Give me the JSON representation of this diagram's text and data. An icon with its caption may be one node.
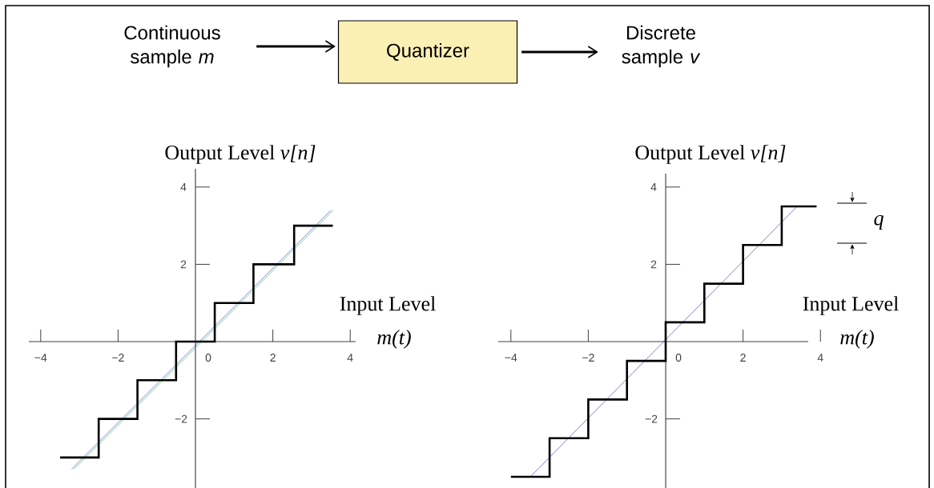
{
  "diagram": {
    "nodes": [
      {
        "text": [
          "Continuous sample *m*"
        ]
      },
      {
        "text": [
          "Quantizer"
        ]
      },
      {
        "text": [
          "Discrete sample *v*"
        ]
      }
    ],
    "edges": [
      {
        "from": 0,
        "to": 1,
        "arrow": "to"
      },
      {
        "from": 1,
        "to": 2,
        "arrow": "to"
      }
    ],
    "labels": [
      "Output Level *v[n]*",
      "4",
      "2",
      "Input Level",
      "m(t)",
      "−4",
      "−2",
      "0",
      "2",
      "4",
      "−2",
      "Output Level *v[n]*",
      "4",
      "q",
      "2",
      "Input Level",
      "m(t)",
      "−4",
      "−2",
      "0",
      "2",
      "4",
      "−2"
    ]
  }
}
